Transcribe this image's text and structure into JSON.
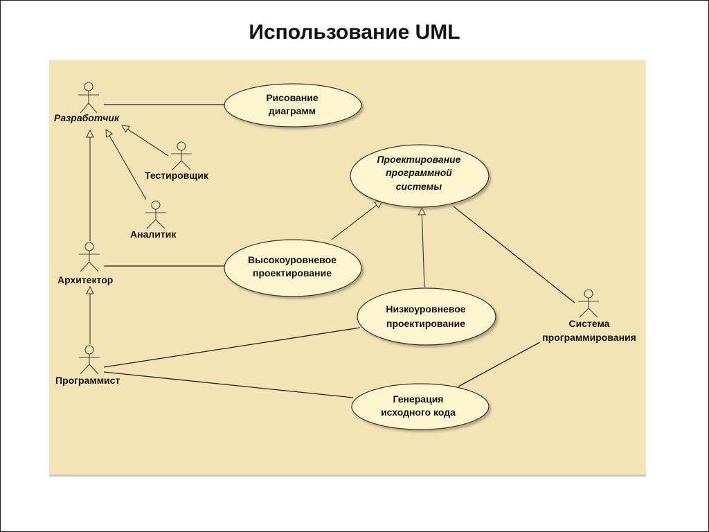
{
  "title": "Использование UML",
  "actors": {
    "developer": "Разработчик",
    "tester": "Тестировщик",
    "analyst": "Аналитик",
    "architect": "Архитектор",
    "programmer": "Программист",
    "system": [
      "Система",
      "программирования"
    ]
  },
  "use_cases": {
    "drawing": [
      "Рисование",
      "диаграмм"
    ],
    "design": [
      "Проектирование",
      "программной",
      "системы"
    ],
    "high_level": [
      "Высокоуровневое",
      "проектирование"
    ],
    "low_level": [
      "Низкоуровневое",
      "проектирование"
    ],
    "codegen": [
      "Генерация",
      "исходного кода"
    ]
  },
  "colors": {
    "background": "#f3e3b5",
    "ellipse": "#fdf5cf",
    "line": "#222222"
  }
}
